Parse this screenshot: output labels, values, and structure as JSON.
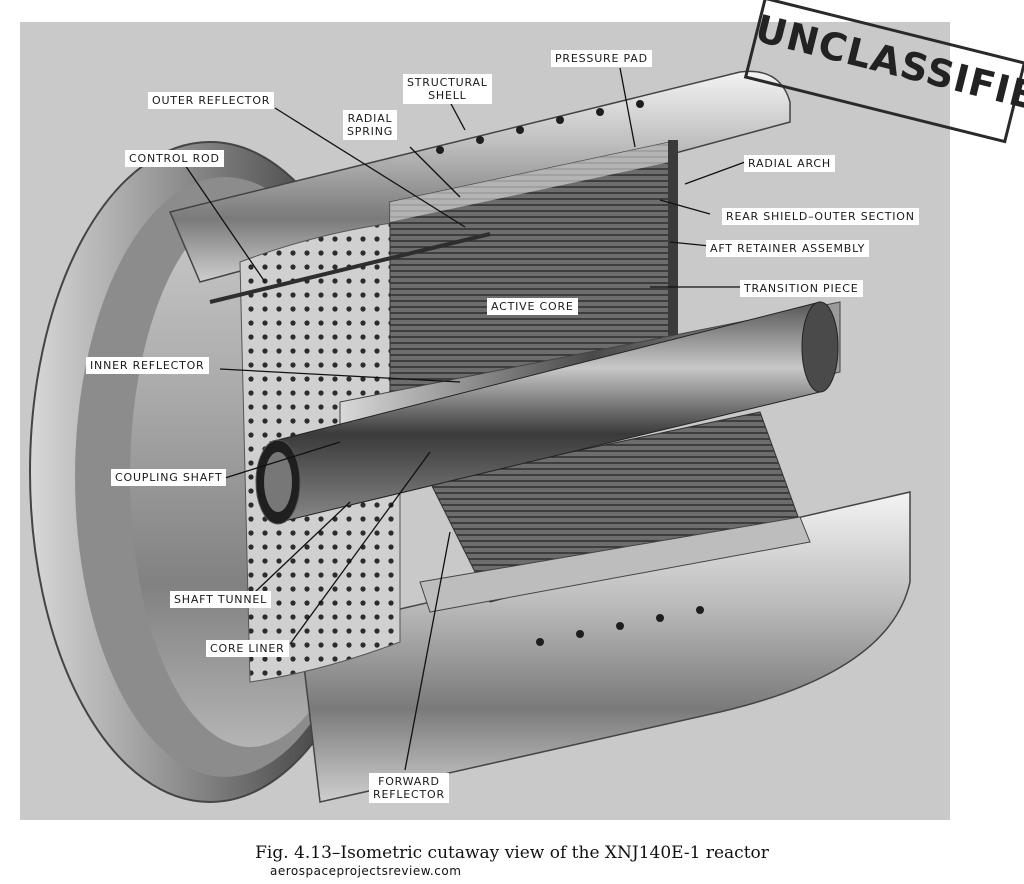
{
  "stamp": "UNCLASSIFIED",
  "labels": {
    "outer_reflector": "OUTER REFLECTOR",
    "structural_shell": "STRUCTURAL\nSHELL",
    "pressure_pad": "PRESSURE PAD",
    "radial_spring": "RADIAL\nSPRING",
    "control_rod": "CONTROL ROD",
    "radial_arch": "RADIAL ARCH",
    "rear_shield": "REAR SHIELD–OUTER SECTION",
    "aft_retainer": "AFT RETAINER ASSEMBLY",
    "transition_piece": "TRANSITION PIECE",
    "active_core": "ACTIVE CORE",
    "inner_reflector": "INNER REFLECTOR",
    "coupling_shaft": "COUPLING SHAFT",
    "shaft_tunnel": "SHAFT TUNNEL",
    "core_liner": "CORE LINER",
    "forward_reflector": "FORWARD\nREFLECTOR"
  },
  "caption": "Fig. 4.13–Isometric cutaway view of the XNJ140E-1 reactor",
  "credit": "aerospaceprojectsreview.com"
}
